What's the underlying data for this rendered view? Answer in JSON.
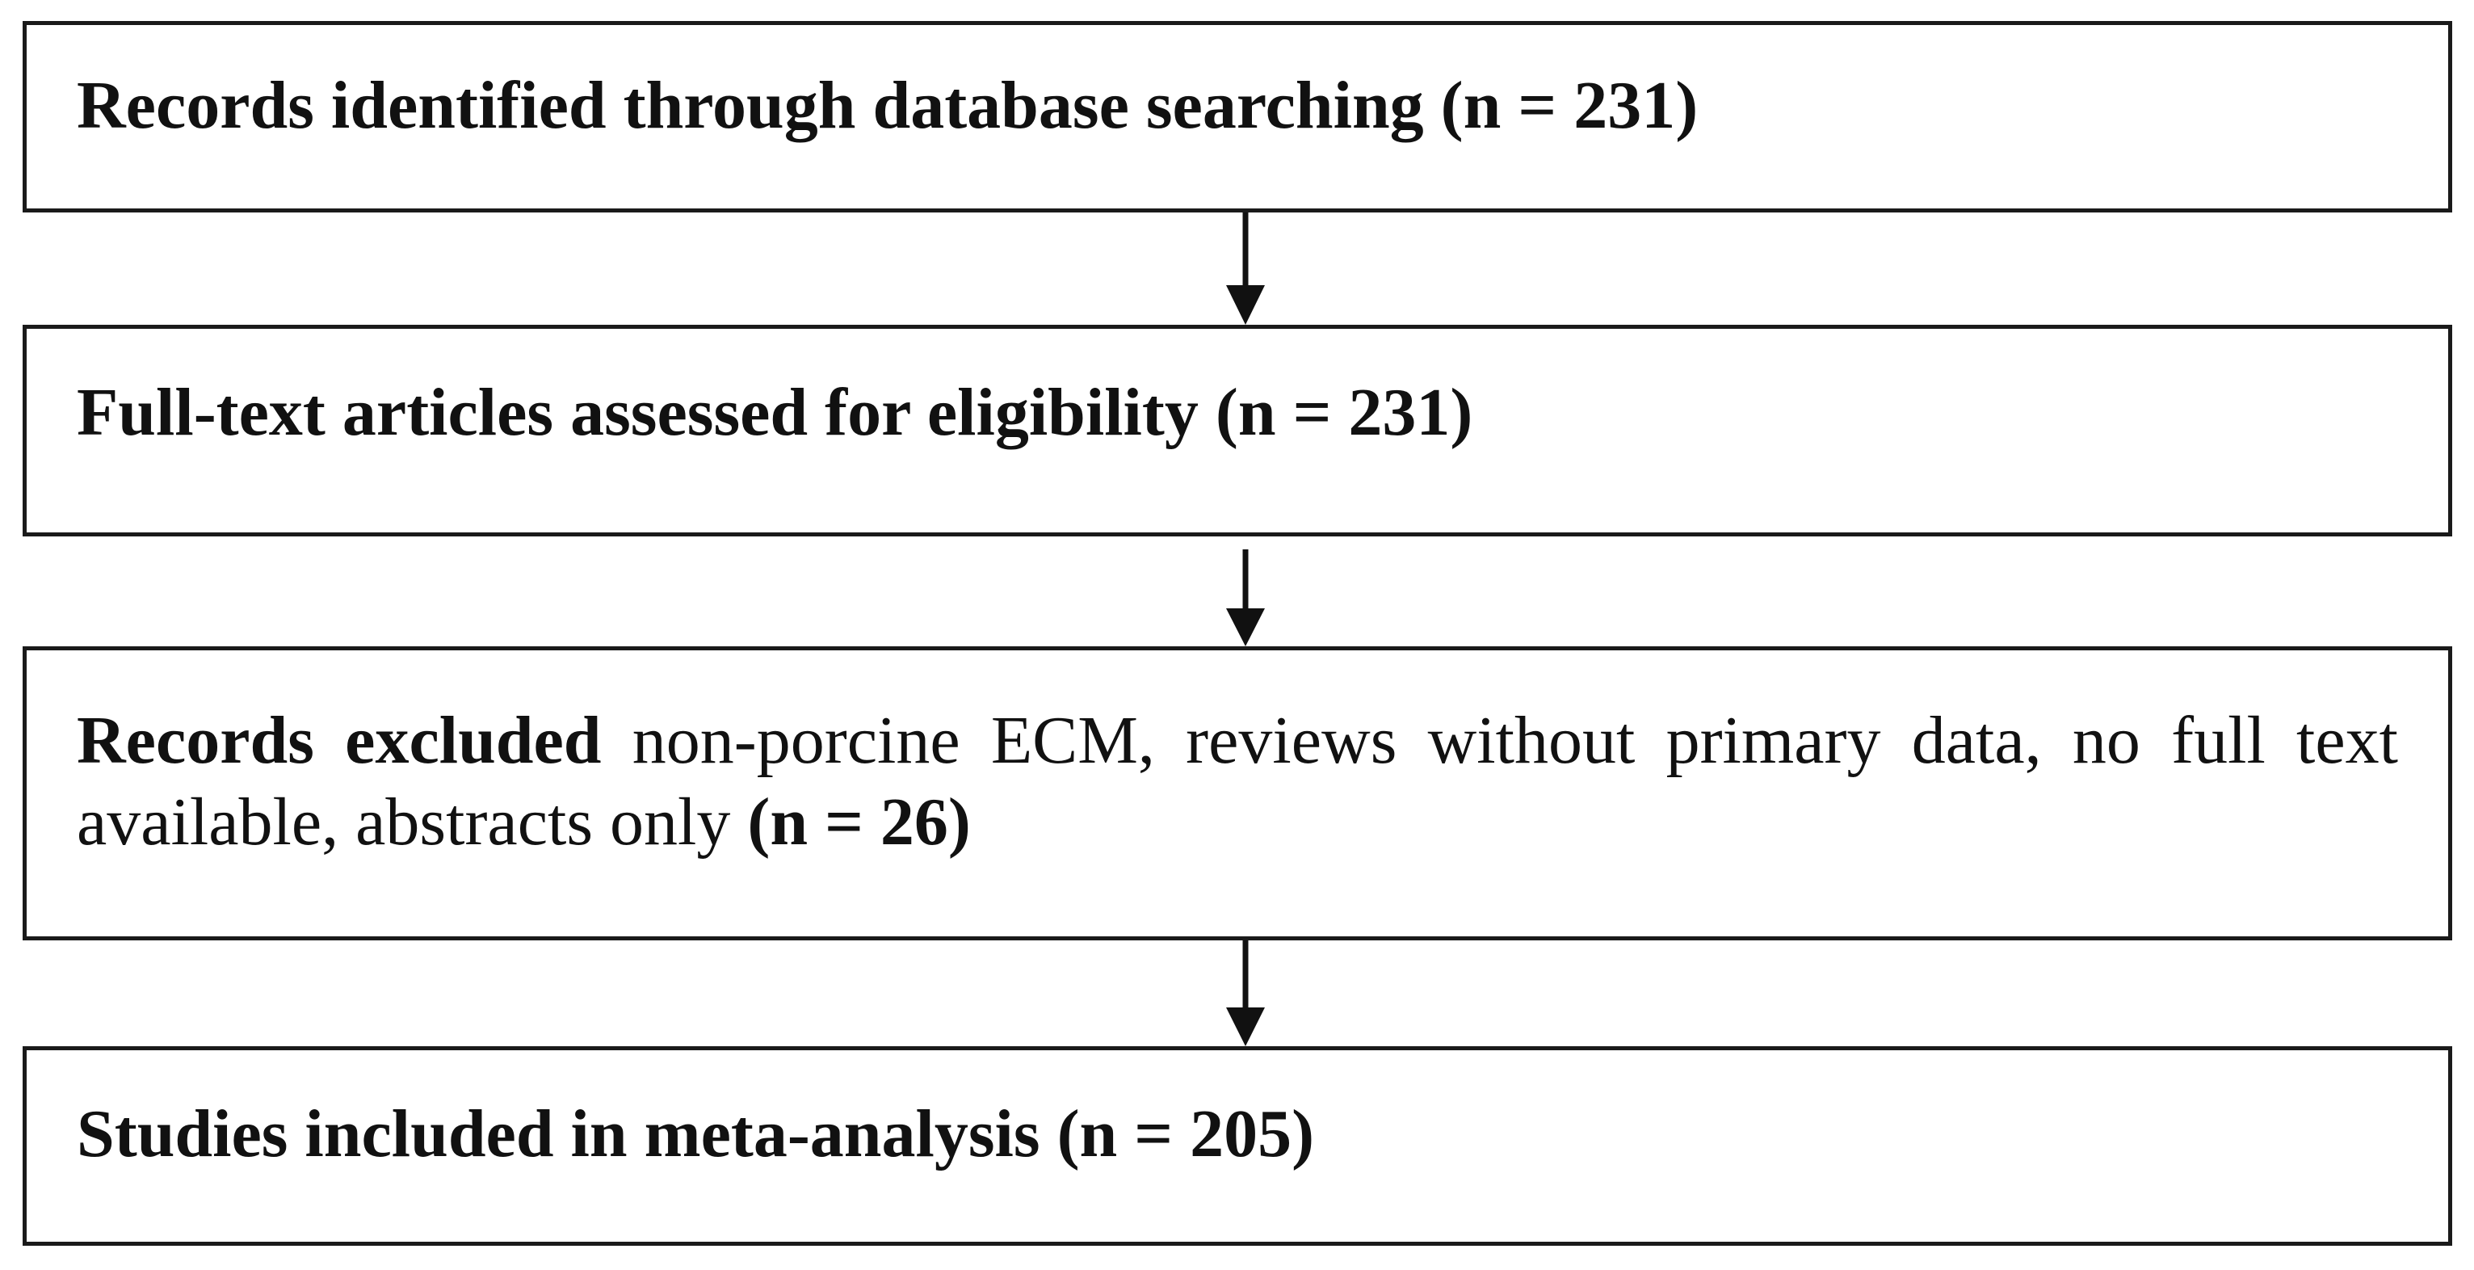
{
  "steps": [
    {
      "lead": "Records identified through database searching",
      "rest": "",
      "count": "(n = 231)"
    },
    {
      "lead": "Full-text articles assessed for eligibility",
      "rest": "",
      "count": "(n = 231)"
    },
    {
      "lead": "Records excluded",
      "rest": " non-porcine ECM, reviews without primary data, no full text available, abstracts only ",
      "count": "(n = 26)"
    },
    {
      "lead": "Studies included in meta-analysis",
      "rest": "",
      "count": "(n = 205)"
    }
  ],
  "colors": {
    "border": "#1a1a1a",
    "arrow": "#111111",
    "text": "#111111"
  }
}
